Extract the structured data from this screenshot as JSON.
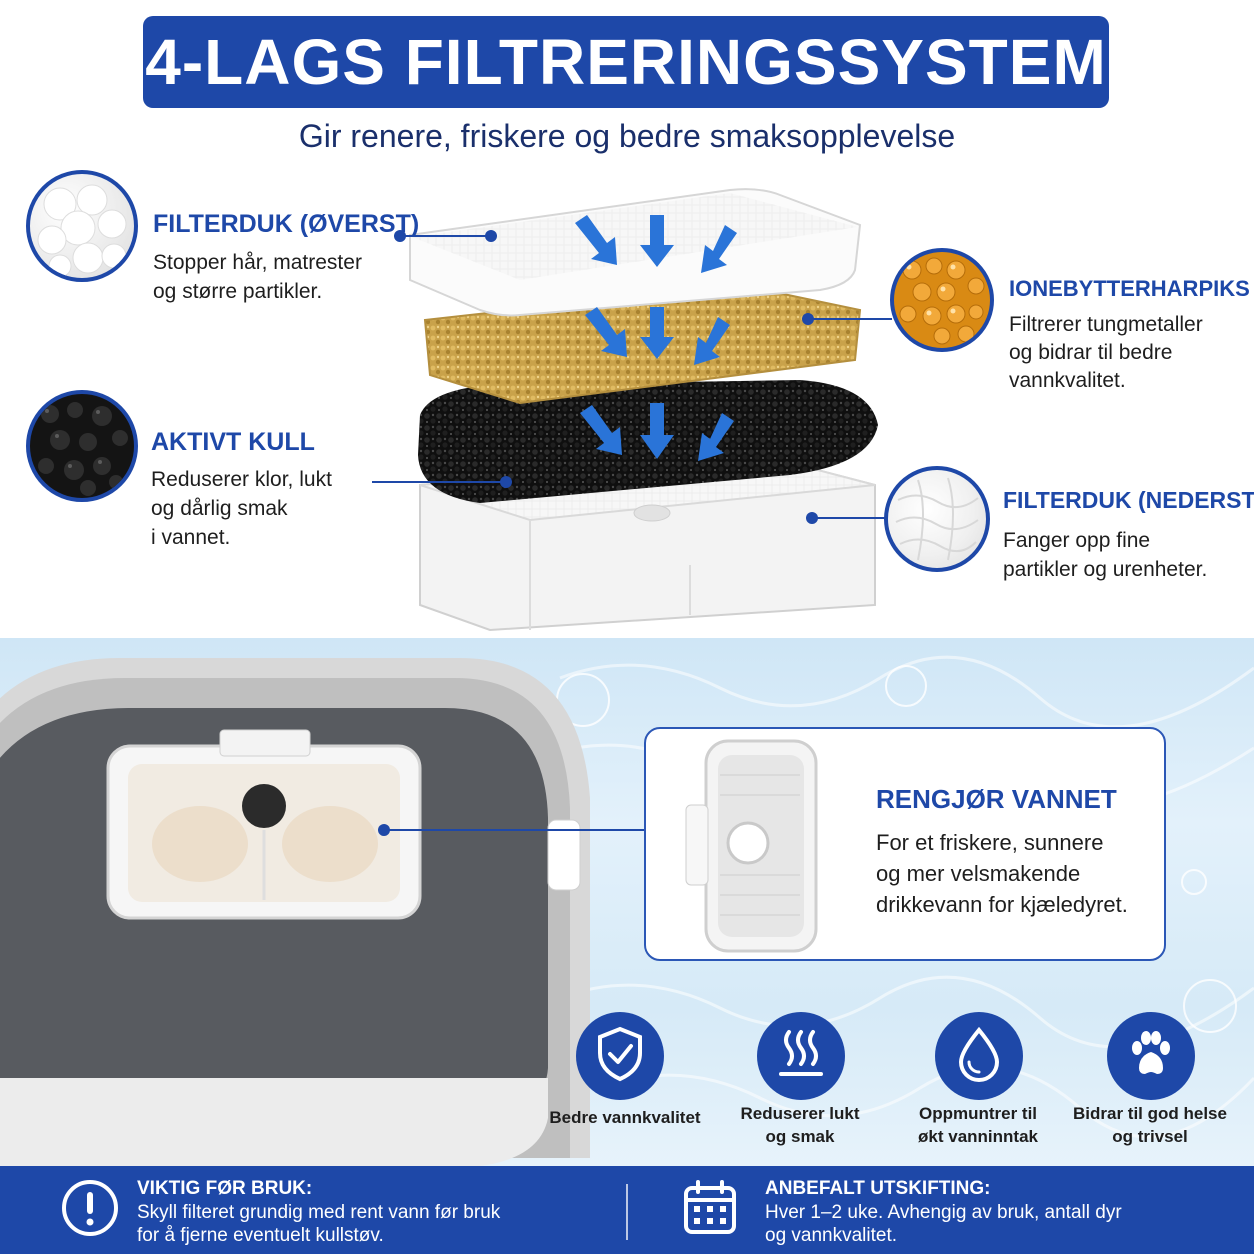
{
  "header": {
    "title": "4-LAGS FILTRERINGSSYSTEM",
    "subtitle": "Gir renere, friskere og bedre smaksopplevelse"
  },
  "layers": {
    "top": {
      "title": "FILTERDUK (ØVERST)",
      "line1": "Stopper hår, matrester",
      "line2": "og større partikler."
    },
    "carbon": {
      "title": "AKTIVT KULL",
      "line1": "Reduserer klor, lukt",
      "line2": "og dårlig smak",
      "line3": "i vannet."
    },
    "resin": {
      "title": "IONEBYTTERHARPIKS",
      "line1": "Filtrerer tungmetaller",
      "line2": "og bidrar til bedre",
      "line3": "vannkvalitet."
    },
    "bottom": {
      "title": "FILTERDUK (NEDERST)",
      "line1": "Fanger opp fine",
      "line2": "partikler og urenheter."
    }
  },
  "clean": {
    "title": "RENGJØR VANNET",
    "line1": "For et friskere, sunnere",
    "line2": "og mer velsmakende",
    "line3": "drikkevann for kjæledyret."
  },
  "benefits": [
    {
      "icon": "shield-check-icon",
      "line1": "Bedre vannkvalitet",
      "line2": ""
    },
    {
      "icon": "odor-steam-icon",
      "line1": "Reduserer lukt",
      "line2": "og smak"
    },
    {
      "icon": "water-drop-icon",
      "line1": "Oppmuntrer til",
      "line2": "økt vanninntak"
    },
    {
      "icon": "paw-icon",
      "line1": "Bidrar til god helse",
      "line2": "og trivsel"
    }
  ],
  "footer": {
    "important": {
      "icon": "exclamation-icon",
      "title": "VIKTIG FØR BRUK:",
      "line1": "Skyll filteret grundig med rent vann før bruk",
      "line2": "for å fjerne eventuelt kullstøv."
    },
    "replace": {
      "icon": "calendar-icon",
      "title": "ANBEFALT UTSKIFTING:",
      "line1": "Hver 1–2 uke. Avhengig av bruk, antall dyr",
      "line2": "og vannkvalitet."
    }
  },
  "colors": {
    "brand_blue": "#1e48a8",
    "resin_orange": "#e8971e",
    "carbon_black": "#151515"
  }
}
